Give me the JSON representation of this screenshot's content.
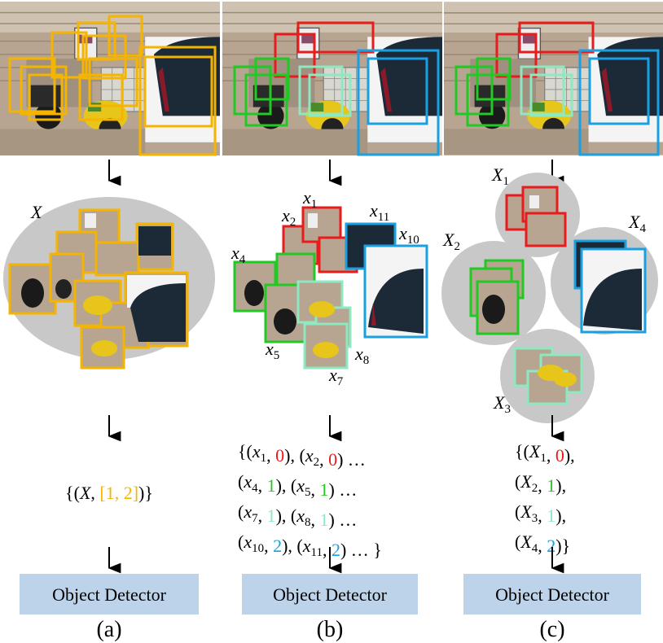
{
  "colors": {
    "class_0": "#e81c1c",
    "class_1": "#22c922",
    "class_1_light": "#8ee8c0",
    "class_2": "#1aa0e0",
    "single_label": "#f5b400",
    "cluster_bg": "#c8c8c8",
    "detector_bg": "#bcd3ea"
  },
  "panels": [
    {
      "id": "a",
      "caption": "(a)",
      "detector": "Object Detector",
      "set_label": "X",
      "formula": {
        "open": "{(",
        "var": "X",
        "sep": ", ",
        "label": "[1, 2]",
        "close": ")}"
      }
    },
    {
      "id": "b",
      "caption": "(b)",
      "detector": "Object Detector",
      "patch_labels": [
        {
          "var": "x",
          "sub": "1"
        },
        {
          "var": "x",
          "sub": "2"
        },
        {
          "var": "x",
          "sub": "4"
        },
        {
          "var": "x",
          "sub": "5"
        },
        {
          "var": "x",
          "sub": "7"
        },
        {
          "var": "x",
          "sub": "8"
        },
        {
          "var": "x",
          "sub": "10"
        },
        {
          "var": "x",
          "sub": "11"
        }
      ],
      "formula_lines": [
        [
          {
            "t": "{("
          },
          {
            "v": "x",
            "s": "1"
          },
          {
            "t": ", "
          },
          {
            "c": "0",
            "k": "class_0"
          },
          {
            "t": "), ("
          },
          {
            "v": "x",
            "s": "2"
          },
          {
            "t": ", "
          },
          {
            "c": "0",
            "k": "class_0"
          },
          {
            "t": ") …"
          }
        ],
        [
          {
            "t": "("
          },
          {
            "v": "x",
            "s": "4"
          },
          {
            "t": ", "
          },
          {
            "c": "1",
            "k": "class_1"
          },
          {
            "t": "), ("
          },
          {
            "v": "x",
            "s": "5"
          },
          {
            "t": ", "
          },
          {
            "c": "1",
            "k": "class_1"
          },
          {
            "t": ") …"
          }
        ],
        [
          {
            "t": "("
          },
          {
            "v": "x",
            "s": "7"
          },
          {
            "t": ", "
          },
          {
            "c": "1",
            "k": "class_1_light"
          },
          {
            "t": "), ("
          },
          {
            "v": "x",
            "s": "8"
          },
          {
            "t": ", "
          },
          {
            "c": "1",
            "k": "class_1_light"
          },
          {
            "t": ") …"
          }
        ],
        [
          {
            "t": "("
          },
          {
            "v": "x",
            "s": "10"
          },
          {
            "t": ", "
          },
          {
            "c": "2",
            "k": "class_2"
          },
          {
            "t": "), ("
          },
          {
            "v": "x",
            "s": "11"
          },
          {
            "t": ", "
          },
          {
            "c": "2",
            "k": "class_2"
          },
          {
            "t": ") … }"
          }
        ]
      ]
    },
    {
      "id": "c",
      "caption": "(c)",
      "detector": "Object Detector",
      "cluster_labels": [
        {
          "var": "X",
          "sub": "1"
        },
        {
          "var": "X",
          "sub": "2"
        },
        {
          "var": "X",
          "sub": "3"
        },
        {
          "var": "X",
          "sub": "4"
        }
      ],
      "formula_lines": [
        [
          {
            "t": "{("
          },
          {
            "v": "X",
            "s": "1"
          },
          {
            "t": ", "
          },
          {
            "c": "0",
            "k": "class_0"
          },
          {
            "t": "),"
          }
        ],
        [
          {
            "t": "("
          },
          {
            "v": "X",
            "s": "2"
          },
          {
            "t": ", "
          },
          {
            "c": "1",
            "k": "class_1"
          },
          {
            "t": "),"
          }
        ],
        [
          {
            "t": "("
          },
          {
            "v": "X",
            "s": "3"
          },
          {
            "t": ", "
          },
          {
            "c": "1",
            "k": "class_1_light"
          },
          {
            "t": "),"
          }
        ],
        [
          {
            "t": "("
          },
          {
            "v": "X",
            "s": "4"
          },
          {
            "t": ", "
          },
          {
            "c": "2",
            "k": "class_2"
          },
          {
            "t": ")}"
          }
        ]
      ]
    }
  ]
}
